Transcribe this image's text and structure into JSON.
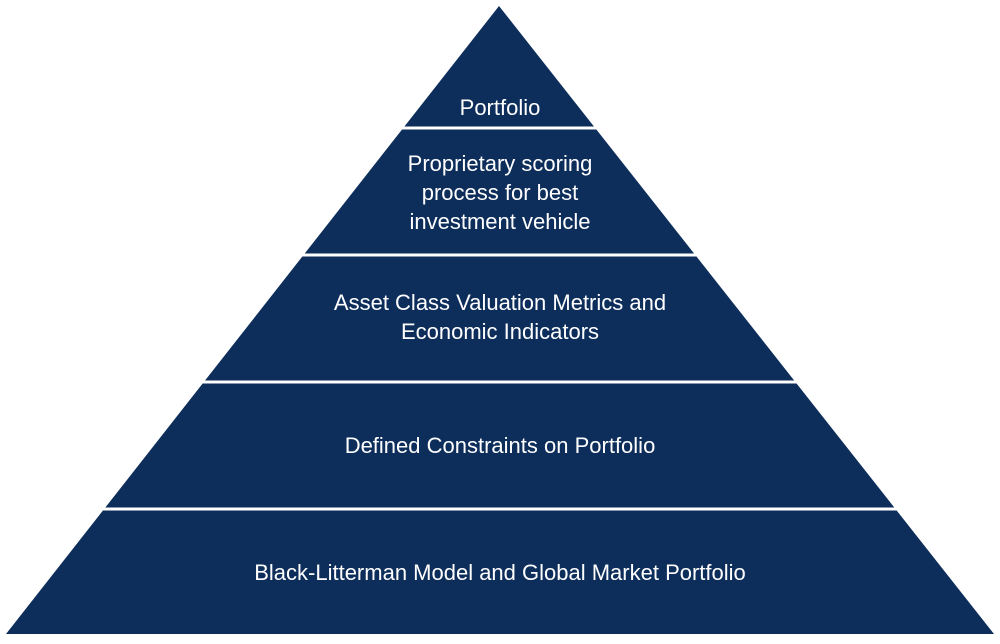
{
  "diagram": {
    "type": "pyramid",
    "fill_color": "#0d2d5b",
    "separator_color": "#ffffff",
    "tiers": [
      {
        "lines": [
          "Portfolio"
        ]
      },
      {
        "lines": [
          "Proprietary scoring",
          "process for best",
          "investment vehicle"
        ]
      },
      {
        "lines": [
          "Asset Class Valuation Metrics and",
          "Economic Indicators"
        ]
      },
      {
        "lines": [
          "Defined Constraints on Portfolio"
        ]
      },
      {
        "lines": [
          "Black-Litterman Model and Global Market Portfolio"
        ]
      }
    ]
  }
}
